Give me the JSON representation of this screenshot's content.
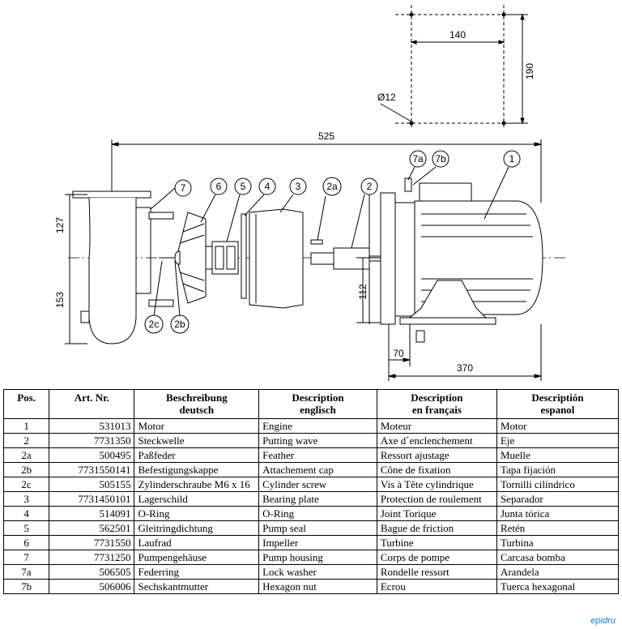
{
  "drawing": {
    "dimensions": {
      "width_140": "140",
      "height_190": "190",
      "hole_dia": "Ø12",
      "overall_525": "525",
      "d127": "127",
      "d153": "153",
      "d112": "112",
      "d70": "70",
      "d370": "370"
    },
    "callouts": [
      "7",
      "6",
      "5",
      "4",
      "3",
      "2a",
      "2",
      "7a",
      "7b",
      "1",
      "2c",
      "2b"
    ]
  },
  "table": {
    "headers": {
      "pos": "Pos.",
      "art": "Art. Nr.",
      "de_1": "Beschreibung",
      "de_2": "deutsch",
      "en_1": "Description",
      "en_2": "englisch",
      "fr_1": "Description",
      "fr_2": "en français",
      "es_1": "Descriptión",
      "es_2": "espanol"
    },
    "rows": [
      {
        "pos": "1",
        "art": "531013",
        "de": "Motor",
        "en": "Engine",
        "fr": "Moteur",
        "es": "Motor"
      },
      {
        "pos": "2",
        "art": "7731350",
        "de": "Steckwelle",
        "en": "Putting wave",
        "fr": "Axe d`enclenchement",
        "es": "Eje"
      },
      {
        "pos": "2a",
        "art": "500495",
        "de": "Paßfeder",
        "en": "Feather",
        "fr": "Ressort ajustage",
        "es": "Muelle"
      },
      {
        "pos": "2b",
        "art": "7731550141",
        "de": "Befestigungskappe",
        "en": "Attachement cap",
        "fr": "Cône de fixation",
        "es": "Tapa fijación"
      },
      {
        "pos": "2c",
        "art": "505155",
        "de": "Zylinderschraube M6 x 16",
        "en": "Cylinder screw",
        "fr": "Vis à Tête cylindrique",
        "es": "Tornilli cilíndrico"
      },
      {
        "pos": "3",
        "art": "7731450101",
        "de": "Lagerschild",
        "en": "Bearing plate",
        "fr": "Protection de roulement",
        "es": "Separador"
      },
      {
        "pos": "4",
        "art": "514091",
        "de": "O-Ring",
        "en": "O-Ring",
        "fr": "Joint Torique",
        "es": "Junta tórica"
      },
      {
        "pos": "5",
        "art": "562501",
        "de": "Gleitringdichtung",
        "en": "Pump seal",
        "fr": "Bague de friction",
        "es": "Retén"
      },
      {
        "pos": "6",
        "art": "7731550",
        "de": "Laufrad",
        "en": "Impeller",
        "fr": "Turbine",
        "es": "Turbina"
      },
      {
        "pos": "7",
        "art": "7731250",
        "de": "Pumpengehäuse",
        "en": "Pump housing",
        "fr": "Corps de pompe",
        "es": "Carcasa bomba"
      },
      {
        "pos": "7a",
        "art": "506505",
        "de": "Federring",
        "en": "Lock washer",
        "fr": "Rondelle ressort",
        "es": "Arandela"
      },
      {
        "pos": "7b",
        "art": "506006",
        "de": "Sechskantmutter",
        "en": "Hexagon nut",
        "fr": "Ecrou",
        "es": "Tuerca hexagonal"
      }
    ]
  },
  "watermark": "epidru"
}
